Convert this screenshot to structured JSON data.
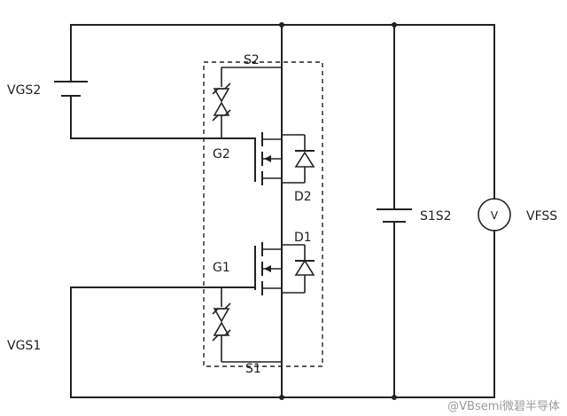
{
  "labels": {
    "vgs2": "VGS2",
    "vgs1": "VGS1",
    "s2": "S2",
    "s1": "S1",
    "g2": "G2",
    "g1": "G1",
    "d2": "D2",
    "d1": "D1",
    "s1s2": "S1S2",
    "vfss": "VFSS",
    "voltmeter": "V"
  },
  "watermark": "@VBsemi微碧半导体"
}
